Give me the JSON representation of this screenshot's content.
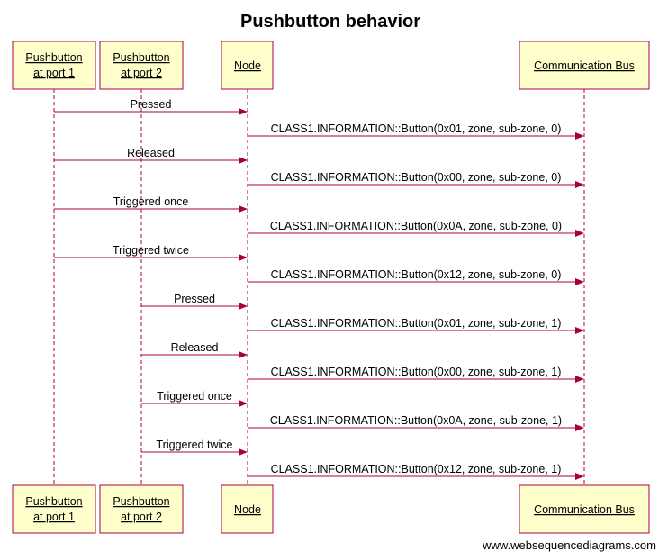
{
  "title": "Pushbutton behavior",
  "participants": [
    {
      "id": "p1",
      "line1": "Pushbutton",
      "line2": "at port 1"
    },
    {
      "id": "p2",
      "line1": "Pushbutton",
      "line2": "at port 2"
    },
    {
      "id": "node",
      "line1": "Node",
      "line2": ""
    },
    {
      "id": "bus",
      "line1": "Communication Bus",
      "line2": ""
    }
  ],
  "messages": [
    {
      "from": "p1",
      "to": "node",
      "label": "Pressed"
    },
    {
      "from": "node",
      "to": "bus",
      "label": "CLASS1.INFORMATION::Button(0x01, zone, sub-zone, 0)"
    },
    {
      "from": "p1",
      "to": "node",
      "label": "Released"
    },
    {
      "from": "node",
      "to": "bus",
      "label": "CLASS1.INFORMATION::Button(0x00, zone, sub-zone, 0)"
    },
    {
      "from": "p1",
      "to": "node",
      "label": "Triggered once"
    },
    {
      "from": "node",
      "to": "bus",
      "label": "CLASS1.INFORMATION::Button(0x0A, zone, sub-zone, 0)"
    },
    {
      "from": "p1",
      "to": "node",
      "label": "Triggered twice"
    },
    {
      "from": "node",
      "to": "bus",
      "label": "CLASS1.INFORMATION::Button(0x12, zone, sub-zone, 0)"
    },
    {
      "from": "p2",
      "to": "node",
      "label": "Pressed"
    },
    {
      "from": "node",
      "to": "bus",
      "label": "CLASS1.INFORMATION::Button(0x01, zone, sub-zone, 1)"
    },
    {
      "from": "p2",
      "to": "node",
      "label": "Released"
    },
    {
      "from": "node",
      "to": "bus",
      "label": "CLASS1.INFORMATION::Button(0x00, zone, sub-zone, 1)"
    },
    {
      "from": "p2",
      "to": "node",
      "label": "Triggered once"
    },
    {
      "from": "node",
      "to": "bus",
      "label": "CLASS1.INFORMATION::Button(0x0A, zone, sub-zone, 1)"
    },
    {
      "from": "p2",
      "to": "node",
      "label": "Triggered twice"
    },
    {
      "from": "node",
      "to": "bus",
      "label": "CLASS1.INFORMATION::Button(0x12, zone, sub-zone, 1)"
    }
  ],
  "watermark": "www.websequencediagrams.com",
  "colors": {
    "line": "#a8003c",
    "box_fill": "#ffffcc"
  }
}
